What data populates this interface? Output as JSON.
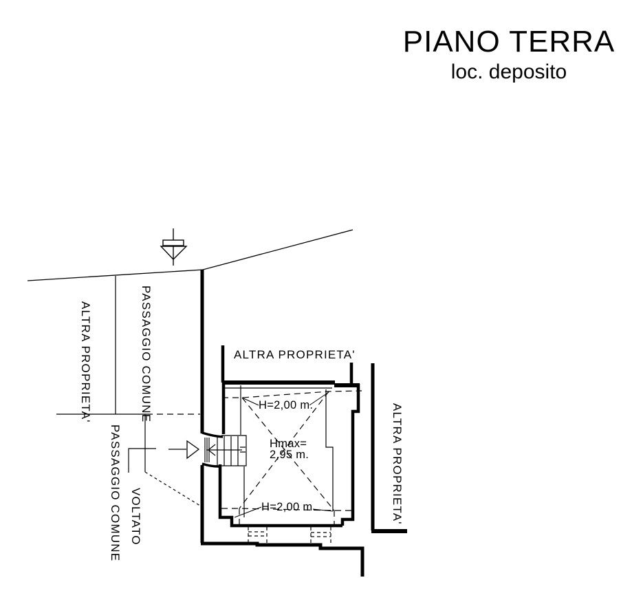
{
  "title": {
    "main": "PIANO TERRA",
    "subtitle": "loc. deposito"
  },
  "labels": {
    "top_property": "ALTRA PROPRIETA'",
    "left_property": "ALTRA PROPRIETA'",
    "right_property": "ALTRA PROPRIETA'",
    "passage_upper": "PASSAGGIO COMUNE",
    "passage_lower": "PASSAGGIO COMUNE",
    "passage_lower_2": "VOLTATO"
  },
  "dimensions": {
    "height_top": "H=2,00 m.",
    "height_bottom": "H=2,00 m.",
    "hmax_line1": "Hmax=",
    "hmax_line2": "2,95 m."
  },
  "colors": {
    "line": "#000000",
    "background": "#ffffff"
  }
}
